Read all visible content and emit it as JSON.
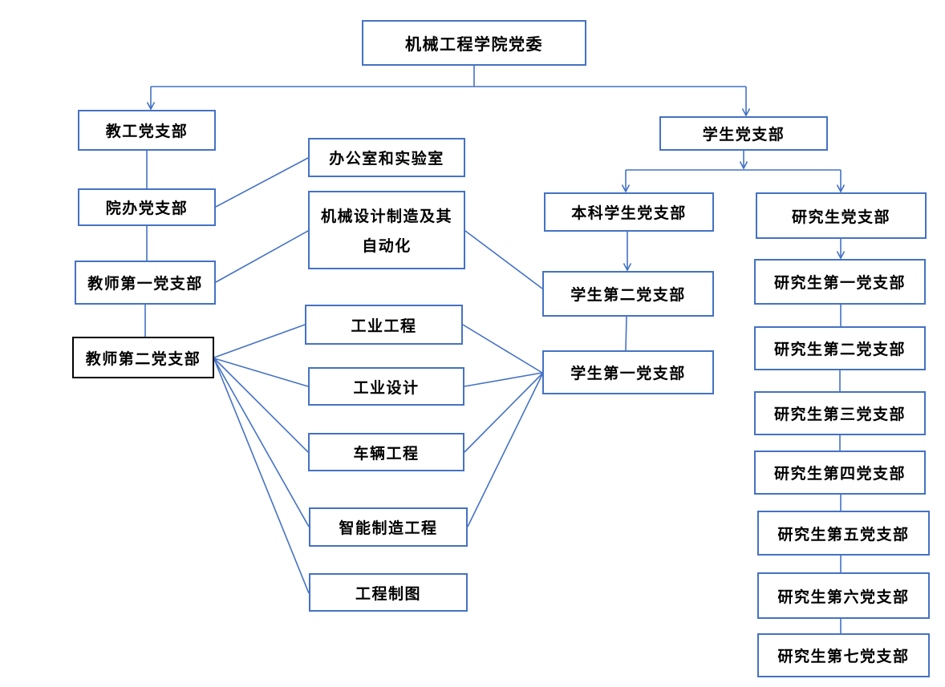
{
  "diagram": {
    "type": "org-chart",
    "colors": {
      "line": "#4472C4",
      "box_border": "#4472C4",
      "highlight_border": "#000000",
      "text": "#000000",
      "background": "#FFFFFF"
    },
    "nodes": {
      "committee": {
        "label": "机械工程学院党委"
      },
      "faculty": {
        "label": "教工党支部"
      },
      "office": {
        "label": "院办党支部"
      },
      "teacher1": {
        "label": "教师第一党支部"
      },
      "teacher2": {
        "label": "教师第二党支部"
      },
      "lab": {
        "label": "办公室和实验室"
      },
      "mech": {
        "label": "机械设计制造及其自动化",
        "lines": [
          "机械设计制造及其",
          "自动化"
        ]
      },
      "ie": {
        "label": "工业工程"
      },
      "id": {
        "label": "工业设计"
      },
      "vehicle": {
        "label": "车辆工程"
      },
      "im": {
        "label": "智能制造工程"
      },
      "draw": {
        "label": "工程制图"
      },
      "student": {
        "label": "学生党支部"
      },
      "ug": {
        "label": "本科学生党支部"
      },
      "s2": {
        "label": "学生第二党支部"
      },
      "s1": {
        "label": "学生第一党支部"
      },
      "grad": {
        "label": "研究生党支部"
      },
      "g1": {
        "label": "研究生第一党支部"
      },
      "g2": {
        "label": "研究生第二党支部"
      },
      "g3": {
        "label": "研究生第三党支部"
      },
      "g4": {
        "label": "研究生第四党支部"
      },
      "g5": {
        "label": "研究生第五党支部"
      },
      "g6": {
        "label": "研究生第六党支部"
      },
      "g7": {
        "label": "研究生第七党支部"
      }
    },
    "edges": [
      {
        "from": "committee",
        "to": "faculty",
        "arrow": true
      },
      {
        "from": "committee",
        "to": "student",
        "arrow": true
      },
      {
        "from": "faculty",
        "to": "office",
        "arrow": false
      },
      {
        "from": "office",
        "to": "teacher1",
        "arrow": false
      },
      {
        "from": "teacher1",
        "to": "teacher2",
        "arrow": false
      },
      {
        "from": "office",
        "to": "lab",
        "arrow": false
      },
      {
        "from": "teacher1",
        "to": "mech",
        "arrow": false
      },
      {
        "from": "mech",
        "to": "s2",
        "arrow": false
      },
      {
        "from": "teacher2",
        "to": "ie",
        "arrow": false
      },
      {
        "from": "teacher2",
        "to": "id",
        "arrow": false
      },
      {
        "from": "teacher2",
        "to": "vehicle",
        "arrow": false
      },
      {
        "from": "teacher2",
        "to": "im",
        "arrow": false
      },
      {
        "from": "teacher2",
        "to": "draw",
        "arrow": false
      },
      {
        "from": "ie",
        "to": "s1",
        "arrow": false
      },
      {
        "from": "id",
        "to": "s1",
        "arrow": false
      },
      {
        "from": "vehicle",
        "to": "s1",
        "arrow": false
      },
      {
        "from": "im",
        "to": "s1",
        "arrow": false
      },
      {
        "from": "student",
        "to": "ug",
        "arrow": true
      },
      {
        "from": "student",
        "to": "grad",
        "arrow": true
      },
      {
        "from": "ug",
        "to": "s2",
        "arrow": true
      },
      {
        "from": "s2",
        "to": "s1",
        "arrow": false
      },
      {
        "from": "grad",
        "to": "g1",
        "arrow": true
      },
      {
        "from": "g1",
        "to": "g2",
        "arrow": false
      },
      {
        "from": "g2",
        "to": "g3",
        "arrow": false
      },
      {
        "from": "g3",
        "to": "g4",
        "arrow": false
      },
      {
        "from": "g4",
        "to": "g5",
        "arrow": false
      },
      {
        "from": "g5",
        "to": "g6",
        "arrow": false
      },
      {
        "from": "g6",
        "to": "g7",
        "arrow": false
      }
    ]
  }
}
